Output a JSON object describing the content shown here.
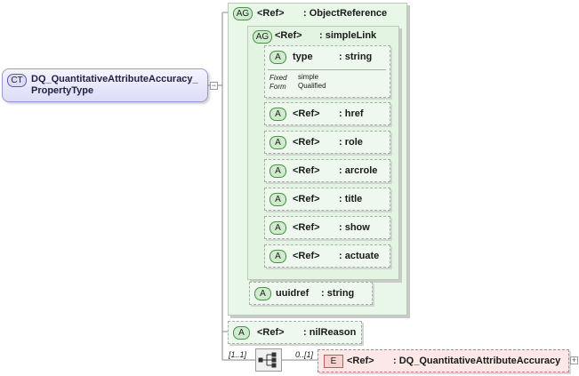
{
  "complex_type": {
    "tag": "CT",
    "name_line1": "DQ_QuantitativeAttributeAccuracy_",
    "name_line2": "PropertyType"
  },
  "attribute_group_outer": {
    "tag": "AG",
    "ref": "<Ref>",
    "type": ": ObjectReference"
  },
  "attribute_group_inner": {
    "tag": "AG",
    "ref": "<Ref>",
    "type": ": simpleLink"
  },
  "type_attr": {
    "tag": "A",
    "name": "type",
    "type": ": string",
    "fixed_label": "Fixed",
    "fixed_value": "simple",
    "form_label": "Form",
    "form_value": "Qualified"
  },
  "attributes": [
    {
      "tag": "A",
      "ref": "<Ref>",
      "type": ": href"
    },
    {
      "tag": "A",
      "ref": "<Ref>",
      "type": ": role"
    },
    {
      "tag": "A",
      "ref": "<Ref>",
      "type": ": arcrole"
    },
    {
      "tag": "A",
      "ref": "<Ref>",
      "type": ": title"
    },
    {
      "tag": "A",
      "ref": "<Ref>",
      "type": ": show"
    },
    {
      "tag": "A",
      "ref": "<Ref>",
      "type": ": actuate"
    }
  ],
  "uuidref": {
    "tag": "A",
    "name": "uuidref",
    "type": ": string"
  },
  "nilreason": {
    "tag": "A",
    "ref": "<Ref>",
    "type": ": nilReason"
  },
  "sequence": {
    "cardinality": "[1..1]"
  },
  "element": {
    "tag": "E",
    "ref": "<Ref>",
    "type": ": DQ_QuantitativeAttributeAccuracy",
    "cardinality": "0..[1]"
  }
}
